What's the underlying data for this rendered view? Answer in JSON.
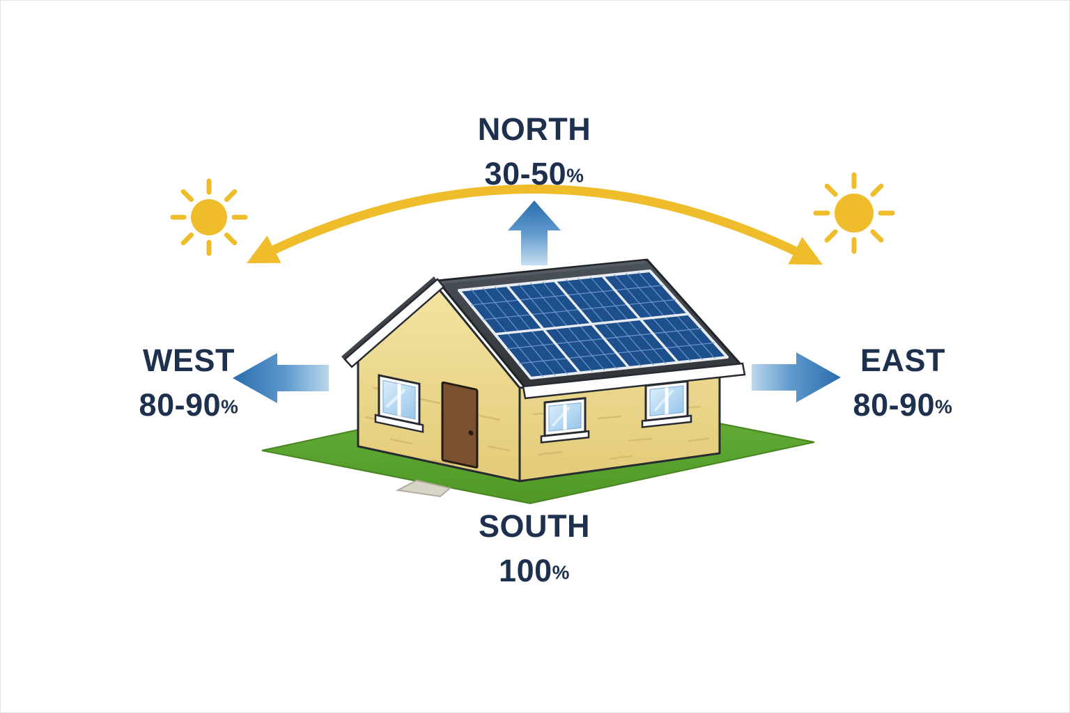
{
  "directions": {
    "north": {
      "label": "NORTH",
      "value": "30-50",
      "unit": "%"
    },
    "east": {
      "label": "EAST",
      "value": "80-90",
      "unit": "%"
    },
    "south": {
      "label": "SOUTH",
      "value": "100",
      "unit": "%"
    },
    "west": {
      "label": "WEST",
      "value": "80-90",
      "unit": "%"
    }
  },
  "icons": {
    "sun_left": "sun-icon",
    "sun_right": "sun-icon",
    "sun_path": "curved-double-arrow",
    "north_arrow": "arrow-up",
    "east_arrow": "arrow-right",
    "west_arrow": "arrow-left"
  },
  "colors": {
    "label_text": "#1D304E",
    "arrow_blue": "#2A6CAE",
    "arrow_blue_faded": "#C7DDF0",
    "sun_yellow": "#EFBD2B",
    "roof_gray": "#3F444A",
    "solar_panel_blue": "#1D4F8D",
    "wall_tan": "#EBD488",
    "grass_green": "#5CA82F"
  }
}
